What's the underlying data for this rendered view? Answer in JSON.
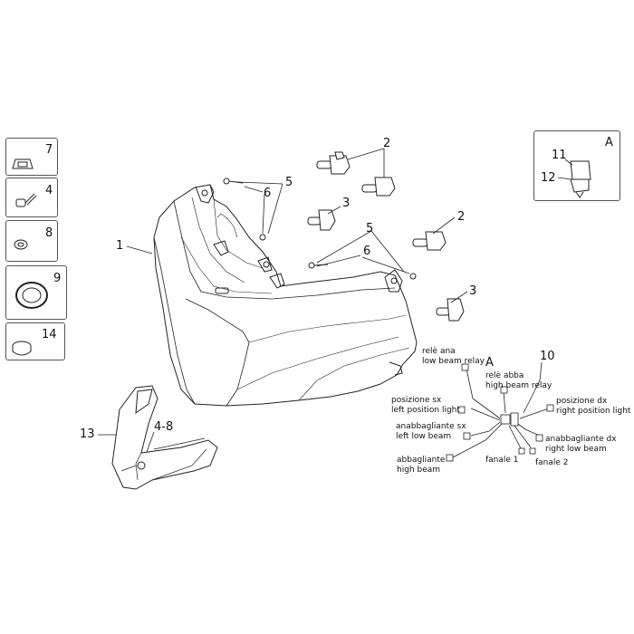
{
  "side_parts": [
    {
      "ref": "7"
    },
    {
      "ref": "4"
    },
    {
      "ref": "8"
    },
    {
      "ref": "9"
    },
    {
      "ref": "14"
    }
  ],
  "inset": {
    "letter": "A",
    "refs": [
      "11",
      "12"
    ]
  },
  "callouts": {
    "headlight": "1",
    "bulb_upper": "2",
    "bulb_lower": "2",
    "lamp_upper": "3",
    "lamp_lower": "3",
    "screw_upper": "5",
    "screw_lower": "5",
    "nut_upper": "6",
    "nut_lower": "6",
    "wiring": "10",
    "bracket": "13",
    "bracket_screws": "4-8",
    "wiring_ref": "A"
  },
  "wiring_labels": {
    "low_beam_relay": [
      "relè ana",
      "low beam relay"
    ],
    "high_beam_relay": [
      "relè abba",
      "high beam relay"
    ],
    "left_position": [
      "posizione sx",
      "left position light"
    ],
    "right_position": [
      "posizione dx",
      "right position light"
    ],
    "left_low": [
      "anabbagliante sx",
      "left low beam"
    ],
    "right_low": [
      "anabbagliante dx",
      "right low beam"
    ],
    "high_beam": [
      "abbagliante",
      "high beam"
    ],
    "fanale1": "fanale 1",
    "fanale2": "fanale 2"
  }
}
